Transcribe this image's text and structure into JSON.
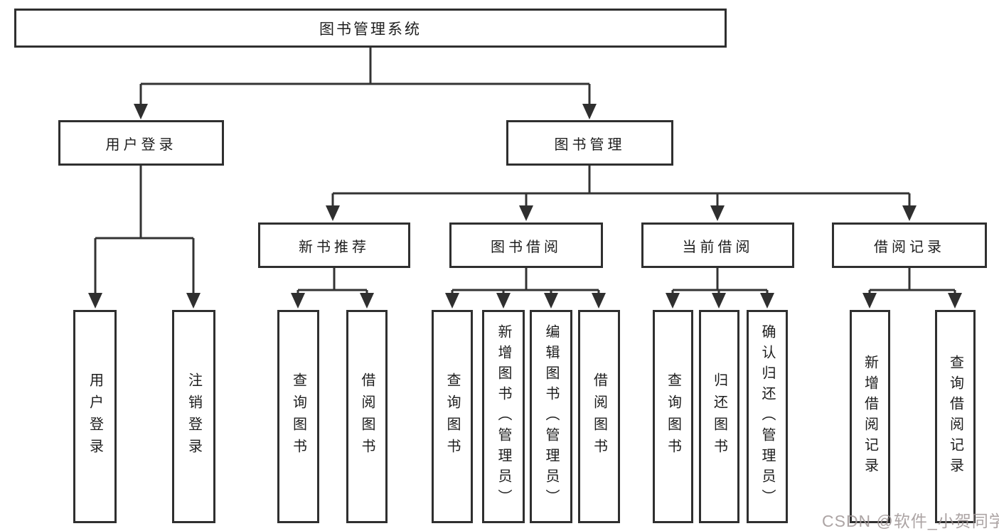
{
  "colors": {
    "line": "#333333",
    "box_border": "#2f2f2f",
    "text": "#1d1d1d",
    "watermark": "#9e9494",
    "background": "#ffffff"
  },
  "tree": {
    "label": "图书管理系统",
    "children": [
      {
        "label": "用户登录",
        "children": [
          {
            "label": "用户登录"
          },
          {
            "label": "注销登录"
          }
        ]
      },
      {
        "label": "图书管理",
        "children": [
          {
            "label": "新书推荐",
            "children": [
              {
                "label": "查询图书"
              },
              {
                "label": "借阅图书"
              }
            ]
          },
          {
            "label": "图书借阅",
            "children": [
              {
                "label": "查询图书"
              },
              {
                "label": "新增图书（管理员）"
              },
              {
                "label": "编辑图书（管理员）"
              },
              {
                "label": "借阅图书"
              }
            ]
          },
          {
            "label": "当前借阅",
            "children": [
              {
                "label": "查询图书"
              },
              {
                "label": "归还图书"
              },
              {
                "label": "确认归还（管理员）"
              }
            ]
          },
          {
            "label": "借阅记录",
            "children": [
              {
                "label": "新增借阅记录"
              },
              {
                "label": "查询借阅记录"
              }
            ]
          }
        ]
      }
    ]
  },
  "watermark": {
    "text": "CSDN @软件_小贺同学"
  }
}
